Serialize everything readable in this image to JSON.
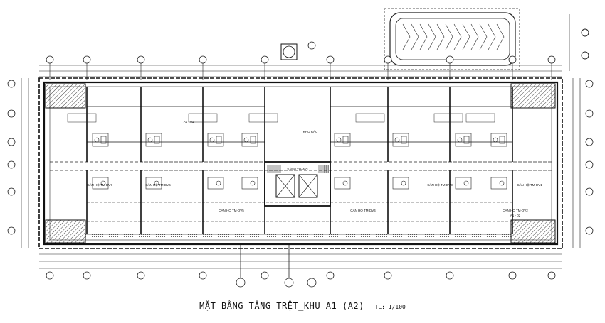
{
  "drawing": {
    "title": "MẶT BẰNG TẦNG TRỆT_KHU A1 (A2)",
    "scale": "TL: 1/100"
  },
  "room_labels": [
    "CĂN HỘ TM-DV7",
    "CĂN HỘ TM-DV6",
    "CĂN HỘ TM-DV5",
    "A1 - 01",
    "KHO RÁC",
    "SẢNH THANG",
    "CĂN HỘ TM-DV4",
    "CĂN HỘ TM-DV3",
    "CĂN HỘ TM-DV2",
    "CĂN HỘ TM-DV1",
    "A1 - 02"
  ],
  "colors": {
    "line": "#1a1a1a",
    "hatch": "#555555",
    "background": "#ffffff"
  }
}
